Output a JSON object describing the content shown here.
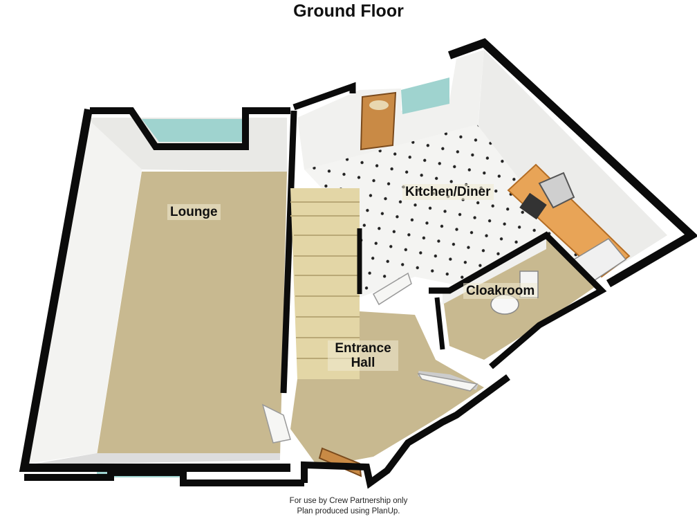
{
  "title": "Ground Floor",
  "rooms": {
    "lounge": "Lounge",
    "kitchen": "Kitchen/Diner",
    "cloakroom": "Cloakroom",
    "hall_line1": "Entrance",
    "hall_line2": "Hall"
  },
  "footer": {
    "line1": "For use by Crew Partnership only",
    "line2": "Plan produced using PlanUp."
  },
  "colors": {
    "carpet": "#c8b990",
    "wall": "#0b0b0b",
    "window": "#9fd3cf",
    "tile": "#f4f4f2",
    "worktop": "#e8a457"
  }
}
